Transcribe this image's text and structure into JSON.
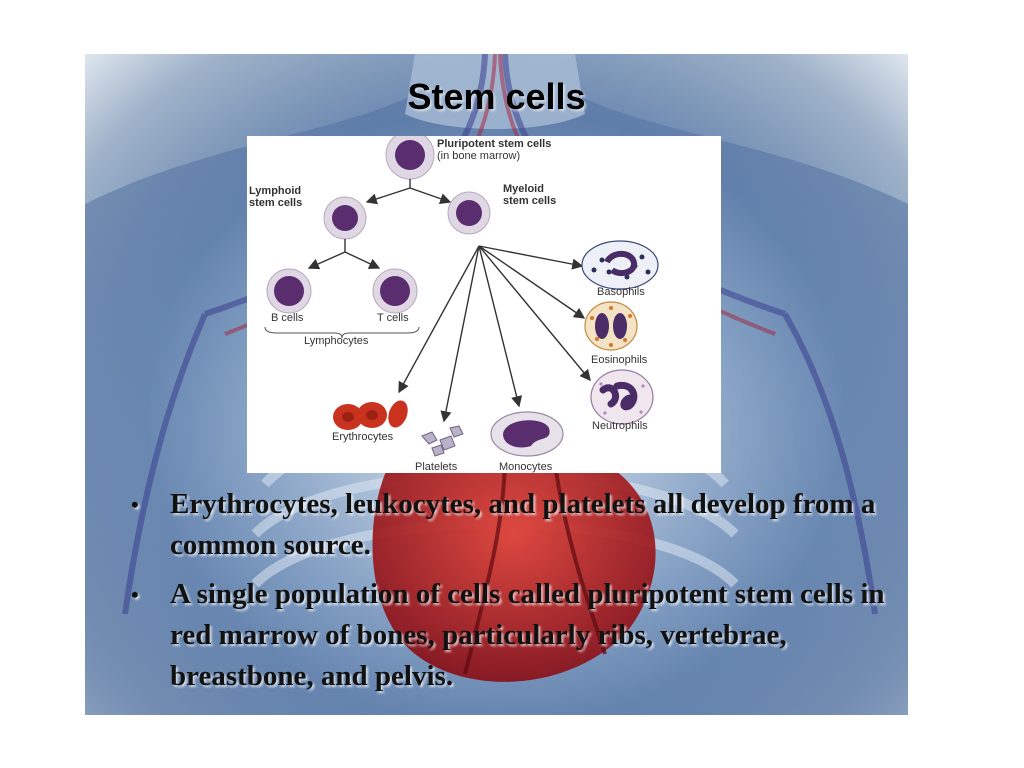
{
  "slide": {
    "title": "Stem cells"
  },
  "diagram": {
    "root_label_line1": "Pluripotent stem cells",
    "root_label_line2": "(in bone marrow)",
    "lymphoid_line1": "Lymphoid",
    "lymphoid_line2": "stem cells",
    "myeloid_line1": "Myeloid",
    "myeloid_line2": "stem cells",
    "b_cells": "B cells",
    "t_cells": "T cells",
    "lymphocytes": "Lymphocytes",
    "basophils": "Basophils",
    "eosinophils": "Eosinophils",
    "neutrophils": "Neutrophils",
    "erythrocytes": "Erythrocytes",
    "platelets": "Platelets",
    "monocytes": "Monocytes"
  },
  "bullets": [
    "Erythrocytes, leukocytes, and platelets all develop from a common source.",
    "A single population of cells called pluripotent stem cells in red marrow of bones, particularly ribs, vertebrae, breastbone, and pelvis."
  ],
  "colors": {
    "cell_nucleus": "#5a2d6e",
    "cell_membrane": "#d9d0dd",
    "erythrocyte": "#c8321e",
    "heart_red": "#b4141e"
  }
}
